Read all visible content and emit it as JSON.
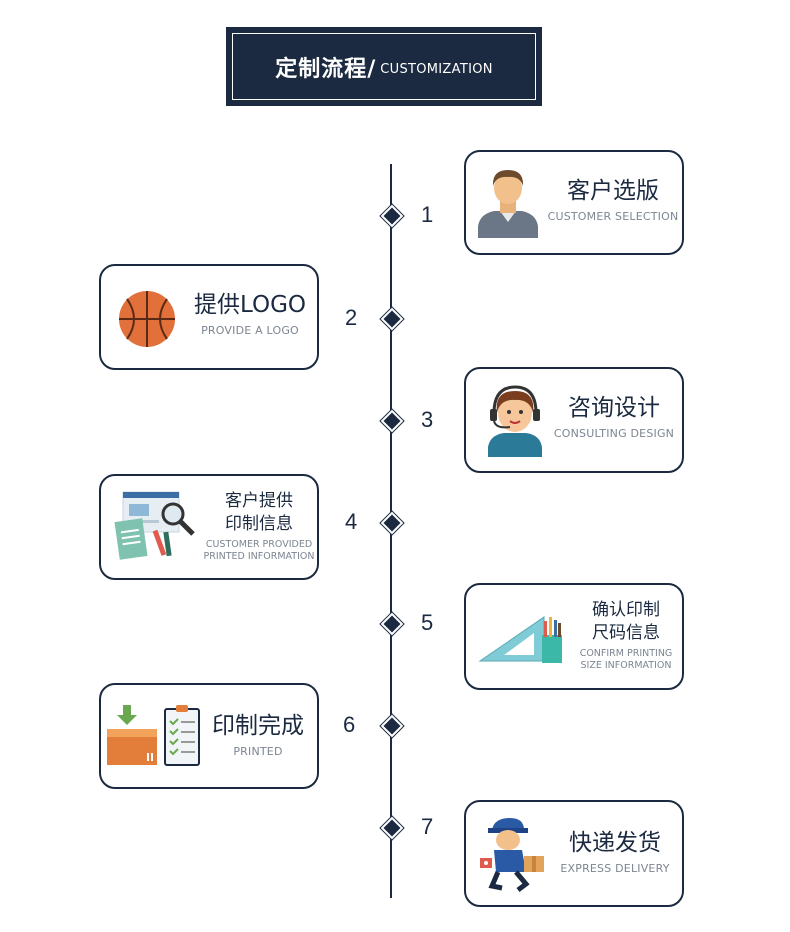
{
  "header": {
    "title_cn": "定制流程/",
    "title_en": "CUSTOMIZATION"
  },
  "colors": {
    "primary": "#1b2a40",
    "subtext": "#7c8591"
  },
  "steps": [
    {
      "number": "1",
      "cn": "客户选版",
      "en": "CUSTOMER SELECTION",
      "icon": "customer-person-icon"
    },
    {
      "number": "2",
      "cn": "提供LOGO",
      "en": "PROVIDE A LOGO",
      "icon": "basketball-icon"
    },
    {
      "number": "3",
      "cn": "咨询设计",
      "en": "CONSULTING DESIGN",
      "icon": "headset-consultant-icon"
    },
    {
      "number": "4",
      "cn_line1": "客户提供",
      "cn_line2": "印制信息",
      "en_line1": "CUSTOMER PROVIDED",
      "en_line2": "PRINTED INFORMATION",
      "icon": "documents-magnifier-icon"
    },
    {
      "number": "5",
      "cn_line1": "确认印制",
      "cn_line2": "尺码信息",
      "en_line1": "CONFIRM PRINTING",
      "en_line2": "SIZE INFORMATION",
      "icon": "ruler-pencils-icon"
    },
    {
      "number": "6",
      "cn": "印制完成",
      "en": "PRINTED",
      "icon": "box-checklist-icon"
    },
    {
      "number": "7",
      "cn": "快递发货",
      "en": "EXPRESS DELIVERY",
      "icon": "courier-icon"
    }
  ]
}
